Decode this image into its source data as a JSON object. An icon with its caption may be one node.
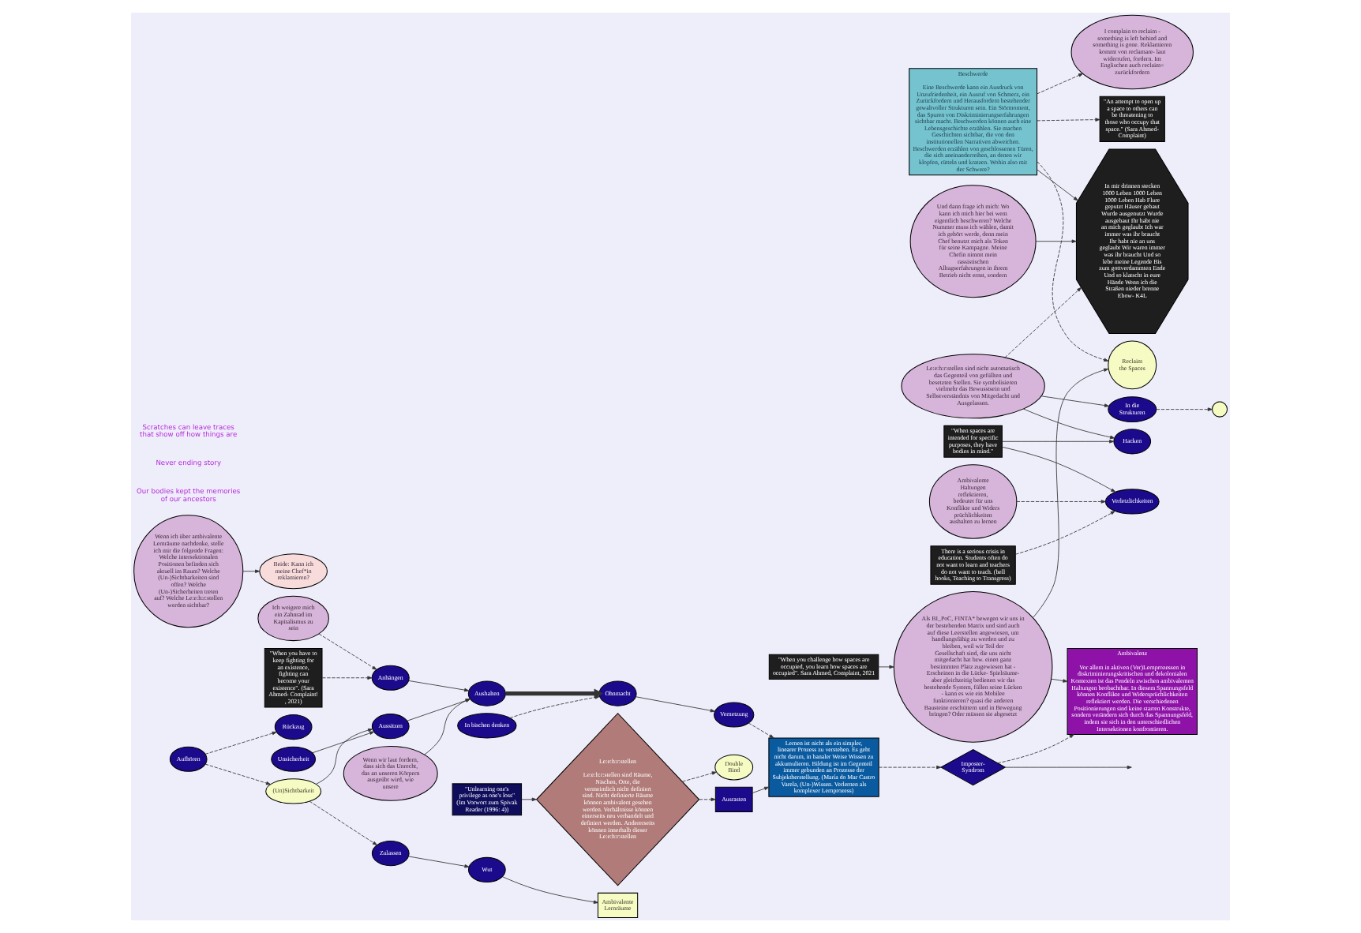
{
  "diagram": {
    "nodes": [
      {
        "text": [
          "I complain to reclaim - something is left behind and something is gone. Reklamieren kommt von reclamare- laut widerrufen, fordern. Im Englischen auch reclaim= zurückfordern"
        ]
      },
      {
        "text": [
          "In mir drinnen stecken 1000 Leben 1000 Leben 1000 Leben Hab Flure geputzt Häuser gebaut Wurde ausgenutzt Wurde ausgebaut Ihr habt nie an mich geglaubt Ich war immer was ihr braucht Ihr habt nie an uns geglaubt Wir waren immer was ihr braucht Und so lebe meine Legende Bis zum gottverdammten Ende Und so klatscht in eure Hände Wenn ich die Straßen nieder brenne Ebow- K4L"
        ]
      },
      {
        "text": [
          "Le:e:h:r:stellen sind nicht automatisch das Gegenteil von gefüllten und besetzten Stellen. Sie symbolisieren vielmehr das Bewusstsein und Selbstverständnis von Mitgedacht und Ausgelassen."
        ]
      },
      {
        "text": [
          "Hacken"
        ]
      },
      {
        "text": [
          "\"When spaces are intended for specific purposes, they have bodies in mind.\""
        ]
      },
      {
        "text": [
          "\"Unlearning one's privilege as one's loss\" (Im Vorwort zum Spivak Reader (1996: 4))"
        ]
      },
      {
        "text": [
          "Le:e:h:r:stellen",
          "Le:e:h:r:stellen sind Räume, Nischen, Orte, die vermeintlich nicht definiert sind. Nicht definierte Räume können ambivalent gesehen werden. Verhältnisse können einerseits neu verhandelt und definiert werden. Andererseits können innerhalb dieser Le:e:h:r:stellen"
        ]
      },
      {
        "text": [
          "In die Strukturen"
        ]
      },
      {
        "text": [
          "Und dann frage ich mich: Wo kann ich mich hier bei wem eigentlich beschweren? Welche Nummer muss ich wählen, damit ich gehört werde, denn mein Chef benutzt mich als Token für seine Kampagne. Meine Chefin nimmt mein rassistischen Alltagserfahrungen in ihrem Betrieb nicht ernst, sondern"
        ]
      },
      {
        "text": [
          "There is a serious crisis in education. Students often do not want to learn and teachers do not want to teach. (bell hooks, Teaching to Transgress)"
        ]
      },
      {
        "text": [
          "Verletzlichkeiten"
        ]
      },
      {
        "text": [],
        "shape": "circle"
      },
      {
        "text": [
          "Wut"
        ]
      },
      {
        "text": [
          "Ambivalente Lernräume"
        ]
      },
      {
        "text": [
          "Ambivalente Haltungen reflektieren, bedeutet für uns Konflikte und Widersprüchlichkeiten aushalten zu lernen"
        ]
      },
      {
        "text": [
          "Wenn ich über ambivalente Lernräume nachdenke, stelle ich mir die folgende Fragen: Welche intersektionalen Positionen befinden sich aktuell im Raum? Welche (Un-)Sichtbarkeiten sind offen? Welche (Un-)Sicherheiten treten auf? Welche Le:e:h:r:stellen werden sichtbar?"
        ]
      },
      {
        "text": [
          "Beide: Kann ich meine Chef*in reklamieren?"
        ]
      },
      {
        "text": [
          "Zulassen"
        ]
      },
      {
        "text": [
          "(Un)Sichtbarkeit"
        ]
      },
      {
        "text": [
          "Double Bind"
        ]
      },
      {
        "text": [
          "Unsicherheit"
        ]
      },
      {
        "text": [
          "Ausrasten"
        ]
      },
      {
        "text": [
          "Beschwerde",
          "Eine Beschwerde kann ein Ausdruck von Unzufriedenheit, ein Ausruf von Schmerz, ein Zurückfordern und Herausfordern bestehender gewaltvoller Strukturen sein. Ein Störmoment, das Spuren von Diskriminierungserfahrungen sichtbar macht. Beschwerden können auch eine Lebensgeschichte erzählen. Sie machen Geschichten sichtbar, die von den institutionellen Narrativen abweichen. Beschwerden erzählen von geschlossenen Türen, die sich aneinanderreihen, an denen wir klopfen, rütteln und kratzen. Wohin also mit der Schwere?"
        ]
      },
      {
        "text": [
          "\"An attempt to open up a space to others can be threatening to those who occupy that space.\" (Sara Ahmed- Complaint)"
        ]
      },
      {
        "text": [
          "Aufhören"
        ]
      },
      {
        "text": [
          "Aussitzen"
        ]
      },
      {
        "text": [
          "In bischen denken"
        ]
      },
      {
        "text": [
          "Rückzug"
        ]
      },
      {
        "text": [
          "Ohnmacht"
        ]
      },
      {
        "text": [
          "Reclaim the Spaces"
        ]
      },
      {
        "text": [
          "\"When you have to keep fighting for an existence, fighting can become your existence\". (Sara Ahmed- Complaint! , 2021)"
        ]
      },
      {
        "text": [
          "Anhängen"
        ]
      },
      {
        "text": [
          "Aushalten"
        ]
      },
      {
        "text": [
          "Vernetzung"
        ]
      },
      {
        "text": [
          "Lernen ist nicht als ein simpler, linearer Prozess zu verstehen. Es geht nicht darum, in banaler Weise Wissen zu akkumulieren. Bildung ist im Gegenteil immer gebunden an Prozesse der Subjektherstellung. (María do Mar Castro Varela, (Un-)Wissen. Verlernen als komplexer Lernprozess)"
        ]
      },
      {
        "text": [
          "Ich weigere mich ein Zahnrad im Kapitalismus zu sein"
        ]
      },
      {
        "text": [
          "Wenn wir laut fordern, dass sich das Unrecht, das an unseren Körpern ausgeübt wird, wie unsere"
        ]
      },
      {
        "text": [
          "Als BI_PoC, FINTA* bewegen wir uns in der bestehenden Matrix und sind auch auf diese Leerstellen angewiesen, um handlungsfähig zu werden und zu bleiben, weil wir Teil der Gesellschaft sind, die uns nicht mitgedacht hat bzw. einen ganz bestimmten Platz zugewiesen hat - Erscheinen in die Lücke- Spielräume- aber gleichzeitig bedienen wir das bestehende System, füllen seine Lücken - kann es wie ein Mobilee funktionieren? quasi die anderen Bausteine erschüttern und in Bewegung bringen? Oder müssen sie abgesetzt"
        ]
      },
      {
        "text": [
          "\"When you challenge how spaces are occupied, you learn how spaces are occupied\". Sara Ahmed, Complaint, 2021"
        ]
      },
      {
        "text": [
          "Ambivalenz",
          "Vor allem in aktiven (Ver)Lernprozessen in diskriminierungskritischen und dekolonialen Kontexten ist das Pendeln zwischen ambivalenten Haltungen beobachtbar. In diesem Spannungsfeld können Konflikte und Widersprüchlichkeiten reflektiert werden. Die verschiedenen Positionierungen sind keine starren Konstrukte, sondern verändern sich durch das Spannungsfeld, indem sie sich in den unterschiedlichen Intersektionen konfrontieren."
        ]
      },
      {
        "text": [
          "Imposter-Syndrom"
        ]
      }
    ],
    "edges": [
      {
        "from": 22,
        "to": 0,
        "arrow": "to",
        "style": "dashed"
      },
      {
        "from": 2,
        "to": 1,
        "arrow": "to",
        "style": "dashed"
      },
      {
        "from": 8,
        "to": 1,
        "arrow": "to"
      },
      {
        "from": 22,
        "to": 1,
        "arrow": "to"
      },
      {
        "from": 22,
        "to": 23,
        "arrow": "to",
        "style": "dashed"
      },
      {
        "from": 2,
        "to": 7,
        "arrow": "to"
      },
      {
        "from": 2,
        "to": 3,
        "arrow": "to"
      },
      {
        "from": 4,
        "to": 3,
        "arrow": "to"
      },
      {
        "from": 9,
        "to": 10,
        "arrow": "to",
        "style": "dashed"
      },
      {
        "from": 4,
        "to": 10,
        "arrow": "to"
      },
      {
        "from": 7,
        "to": 11,
        "arrow": "to",
        "style": "dashed"
      },
      {
        "from": 12,
        "to": 13,
        "arrow": "to"
      },
      {
        "from": 17,
        "to": 12,
        "arrow": "to"
      },
      {
        "from": 18,
        "to": 17,
        "arrow": "to",
        "style": "dashed"
      },
      {
        "from": 24,
        "to": 18,
        "arrow": "to",
        "style": "dashed"
      },
      {
        "from": 14,
        "to": 10,
        "arrow": "to",
        "style": "dashed"
      },
      {
        "from": 15,
        "to": 16,
        "arrow": "to"
      },
      {
        "from": 6,
        "to": 19,
        "arrow": "to",
        "style": "dashed"
      },
      {
        "from": 6,
        "to": 21,
        "arrow": "to",
        "style": "dashed"
      },
      {
        "from": 5,
        "to": 6,
        "arrow": "to"
      },
      {
        "from": 20,
        "to": 25,
        "arrow": "to"
      },
      {
        "from": 18,
        "to": 25,
        "arrow": "to"
      },
      {
        "from": 24,
        "to": 27,
        "arrow": "to",
        "style": "dashed"
      },
      {
        "from": 25,
        "to": 32,
        "arrow": "to"
      },
      {
        "from": 26,
        "to": 28,
        "arrow": "to",
        "style": "dashed"
      },
      {
        "from": 32,
        "to": 28,
        "arrow": "to",
        "style": "thick"
      },
      {
        "from": 28,
        "to": 33,
        "arrow": "to"
      },
      {
        "from": 30,
        "to": 31,
        "arrow": "to",
        "style": "dashed"
      },
      {
        "from": 35,
        "to": 31,
        "arrow": "to",
        "style": "dashed"
      },
      {
        "from": 31,
        "to": 32,
        "arrow": "to"
      },
      {
        "from": 37,
        "to": 29,
        "arrow": "to"
      },
      {
        "from": 22,
        "to": 29,
        "arrow": "to",
        "style": "dashed"
      },
      {
        "from": 36,
        "to": 32,
        "arrow": "to"
      },
      {
        "from": 37,
        "to": 39,
        "arrow": "to"
      },
      {
        "from": 38,
        "to": 37,
        "arrow": "to"
      },
      {
        "from": 21,
        "to": 34,
        "arrow": "to"
      },
      {
        "from": 33,
        "to": 34,
        "arrow": "to",
        "style": "dashed"
      },
      {
        "from": 34,
        "to": 40,
        "arrow": "to",
        "style": "dashed"
      },
      {
        "from": 40,
        "to": 39,
        "arrow": "to",
        "style": "dashed"
      },
      {
        "from": 40,
        "to": null,
        "arrow": "to"
      }
    ],
    "labels": [
      "Our bodies kept the memories of our ancestors",
      "Never ending story",
      "Scratches can leave traces that show off how things are"
    ]
  }
}
